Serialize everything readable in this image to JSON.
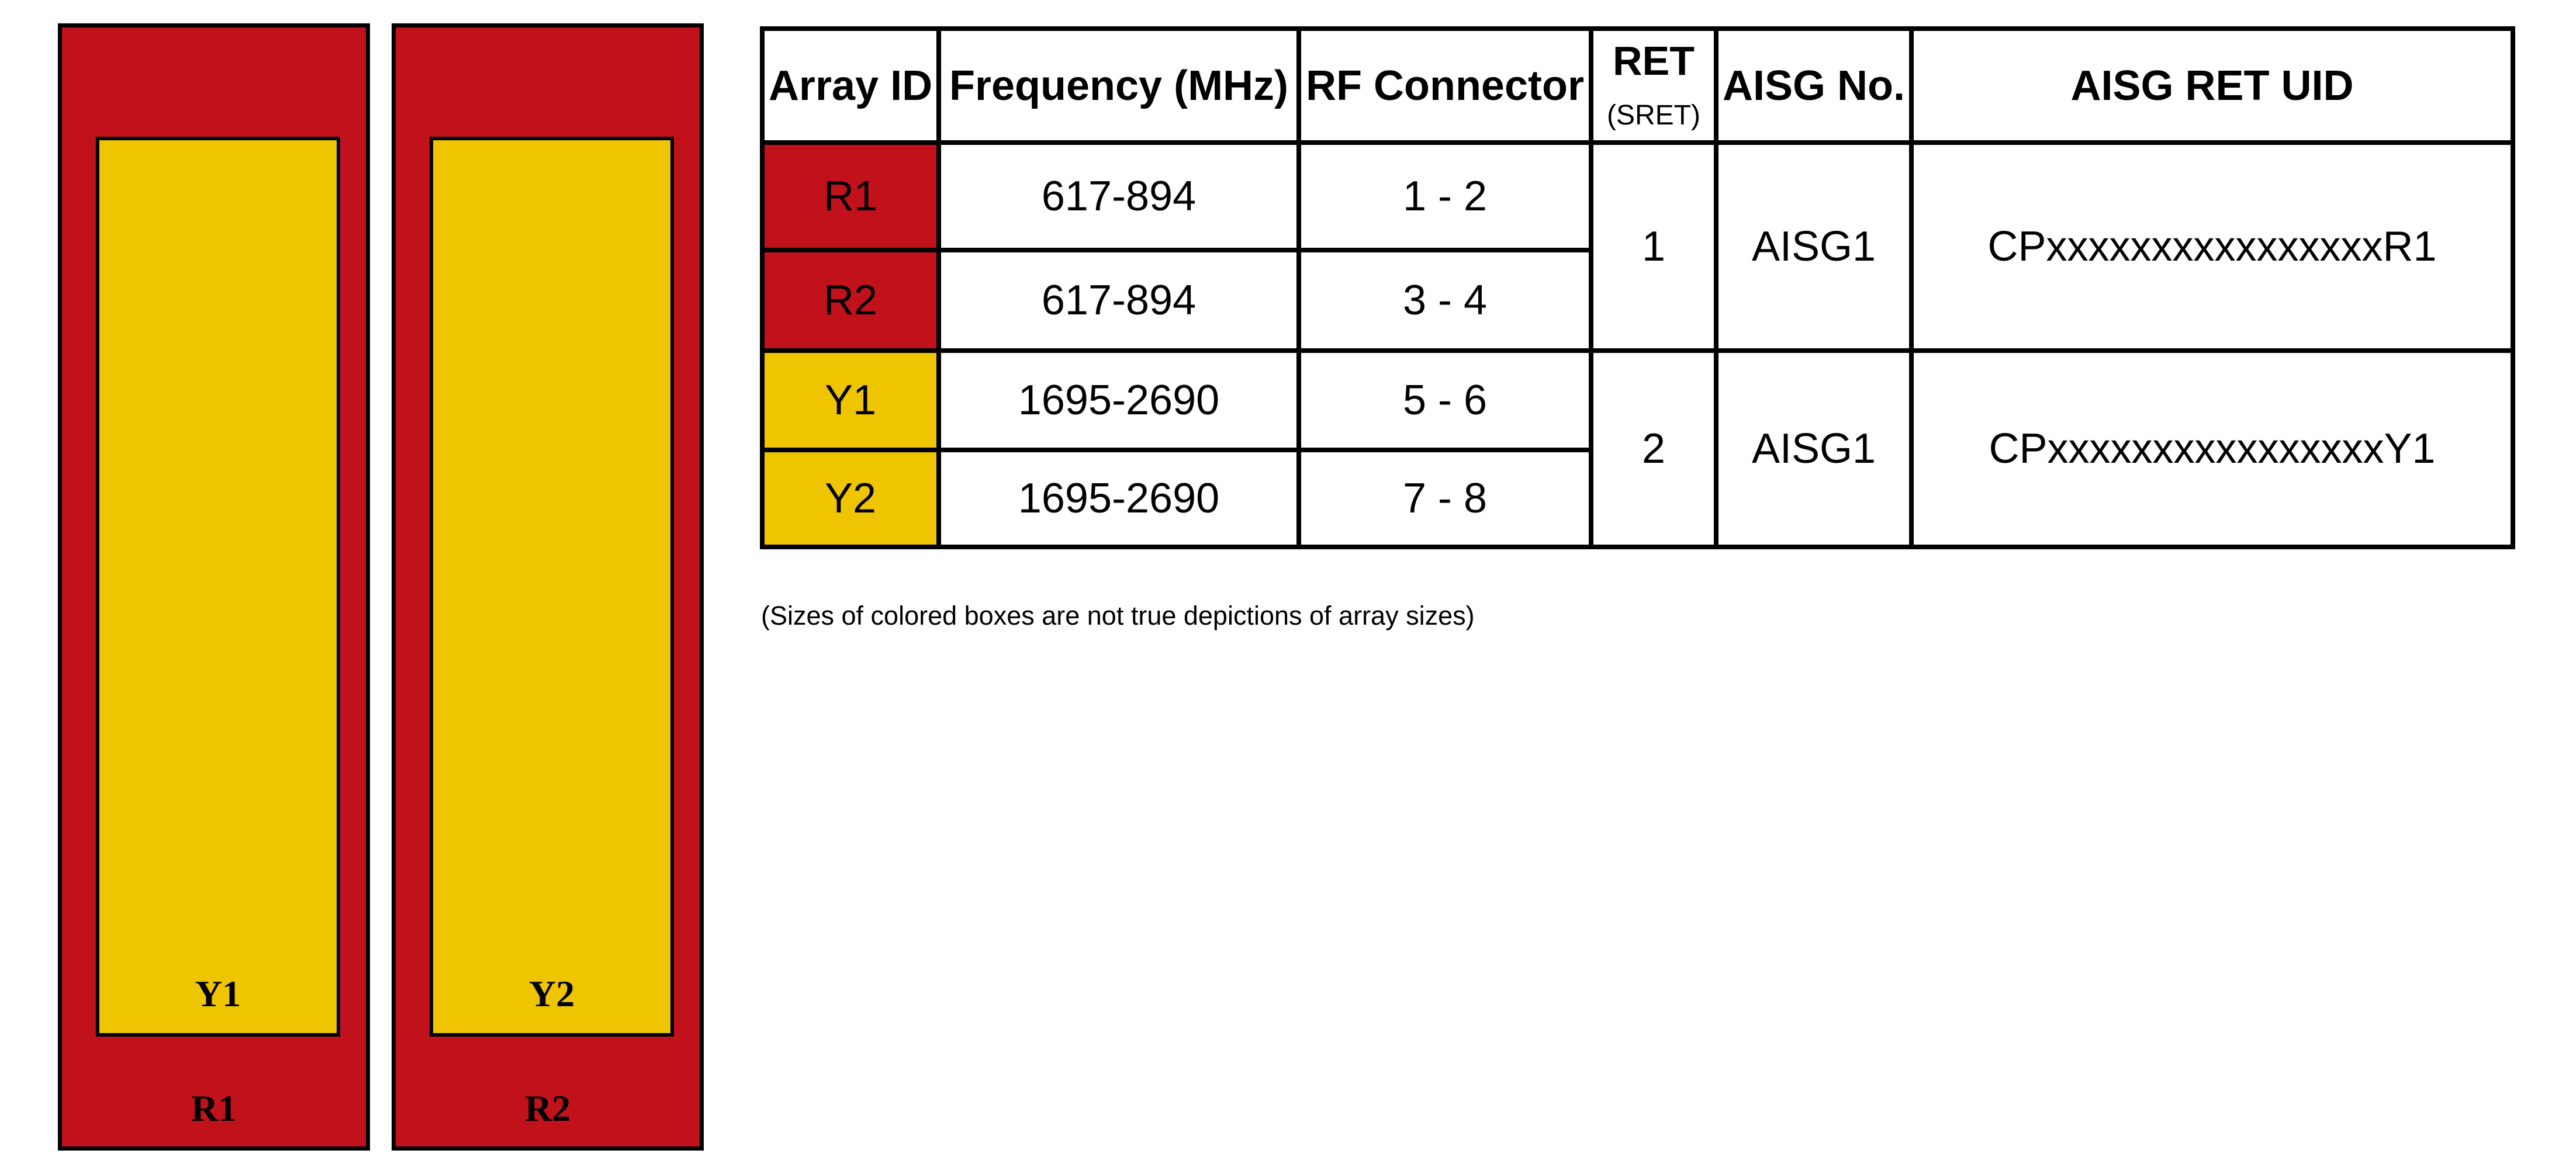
{
  "diagram": {
    "panels": [
      {
        "outer_label": "R1",
        "inner_label": "Y1"
      },
      {
        "outer_label": "R2",
        "inner_label": "Y2"
      }
    ],
    "colors": {
      "red": "#C1121B",
      "yellow": "#EFC400"
    }
  },
  "table": {
    "headers": {
      "array_id": "Array ID",
      "frequency": "Frequency (MHz)",
      "rf_connector": "RF Connector",
      "ret_main": "RET",
      "ret_sub": "(SRET)",
      "aisg_no": "AISG No.",
      "aisg_ret_uid": "AISG RET UID"
    },
    "rows": [
      {
        "array_id": "R1",
        "frequency": "617-894",
        "rf_connector": "1 - 2",
        "color": "#C1121B"
      },
      {
        "array_id": "R2",
        "frequency": "617-894",
        "rf_connector": "3 - 4",
        "color": "#C1121B"
      },
      {
        "array_id": "Y1",
        "frequency": "1695-2690",
        "rf_connector": "5 - 6",
        "color": "#EFC400"
      },
      {
        "array_id": "Y2",
        "frequency": "1695-2690",
        "rf_connector": "7 - 8",
        "color": "#EFC400"
      }
    ],
    "groups": [
      {
        "ret": "1",
        "aisg_no": "AISG1",
        "aisg_ret_uid": "CPxxxxxxxxxxxxxxxxR1"
      },
      {
        "ret": "2",
        "aisg_no": "AISG1",
        "aisg_ret_uid": "CPxxxxxxxxxxxxxxxxY1"
      }
    ]
  },
  "note": "(Sizes of colored boxes are not true depictions of array sizes)"
}
